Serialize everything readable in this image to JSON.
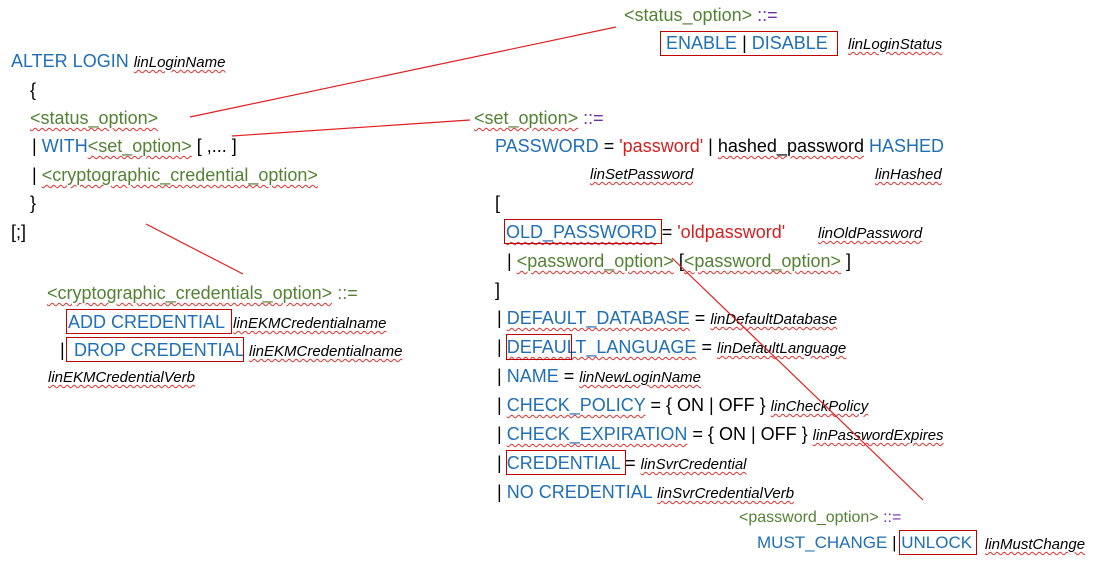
{
  "alter": {
    "head_kw": "ALTER LOGIN",
    "head_var": "linLoginName",
    "open_brace": "{",
    "status_opt": "<status_option>",
    "with_pipe": "|",
    "with_kw": "WITH",
    "set_opt": "<set_option>",
    "with_rest": "[ ,... ]",
    "crypt_pipe": "|",
    "crypt_opt": "<cryptographic_credential_option>",
    "close_brace": "}",
    "terminator": "[;]"
  },
  "status_def": {
    "head": "<status_option>",
    "assign": "::=",
    "enable": "ENABLE",
    "pipe": "|",
    "disable": "DISABLE",
    "var": "linLoginStatus"
  },
  "crypt_def": {
    "head": "<cryptographic_credentials_option>",
    "assign": "::=",
    "add": "ADD CREDENTIAL",
    "add_var": "linEKMCredentialname",
    "pipe": "|",
    "drop": "DROP CREDENTIAL",
    "drop_var": "linEKMCredentialname",
    "verb_var": "linEKMCredentialVerb"
  },
  "set_def": {
    "head": "<set_option>",
    "assign": "::=",
    "password_kw": "PASSWORD",
    "eq": "=",
    "password_str": "'password'",
    "pipe": "|",
    "hashed_pw": "hashed_password",
    "hashed_kw": "HASHED",
    "var_set_password": "linSetPassword",
    "var_hashed": "linHashed",
    "open_bracket": "[",
    "old_password_kw": "OLD_PASSWORD",
    "old_eq": "=",
    "old_password_str": "'oldpassword'",
    "var_old_password": "linOldPassword",
    "pw_pipe": "|",
    "pw_opt": "<password_option>",
    "pw_rest_open": "[",
    "pw_opt2": "<password_option>",
    "pw_rest_close": "]",
    "close_bracket": "]",
    "rows": [
      {
        "pipe": "|",
        "kw": "DEFAULT_DATABASE",
        "op": "=",
        "var": "linDefaultDatabase"
      },
      {
        "pipe": "|",
        "kw": "DEFAULT_LANGUAGE",
        "op": "=",
        "var": "linDefaultLanguage"
      },
      {
        "pipe": "|",
        "kw": "NAME",
        "op": "=",
        "var": "linNewLoginName"
      },
      {
        "pipe": "|",
        "kw": "CHECK_POLICY",
        "op": "= { ON | OFF }",
        "var": "linCheckPolicy"
      },
      {
        "pipe": "|",
        "kw": "CHECK_EXPIRATION",
        "op": "= { ON | OFF }",
        "var": "linPasswordExpires"
      },
      {
        "pipe": "|",
        "kw": "CREDENTIAL",
        "op": "=",
        "var": "linSvrCredential"
      },
      {
        "pipe": "|",
        "kw": "NO CREDENTIAL",
        "op": "",
        "var": "linSvrCredentialVerb"
      }
    ]
  },
  "pw_def": {
    "head": "<password_option>",
    "assign": "::=",
    "must_change": "MUST_CHANGE",
    "pipe": "|",
    "unlock": "UNLOCK",
    "var": "linMustChange"
  },
  "colors": {
    "keyword": "#1f6fb5",
    "nonterminal": "#548235",
    "string": "#d21f1f",
    "annotation": "#c00000"
  }
}
